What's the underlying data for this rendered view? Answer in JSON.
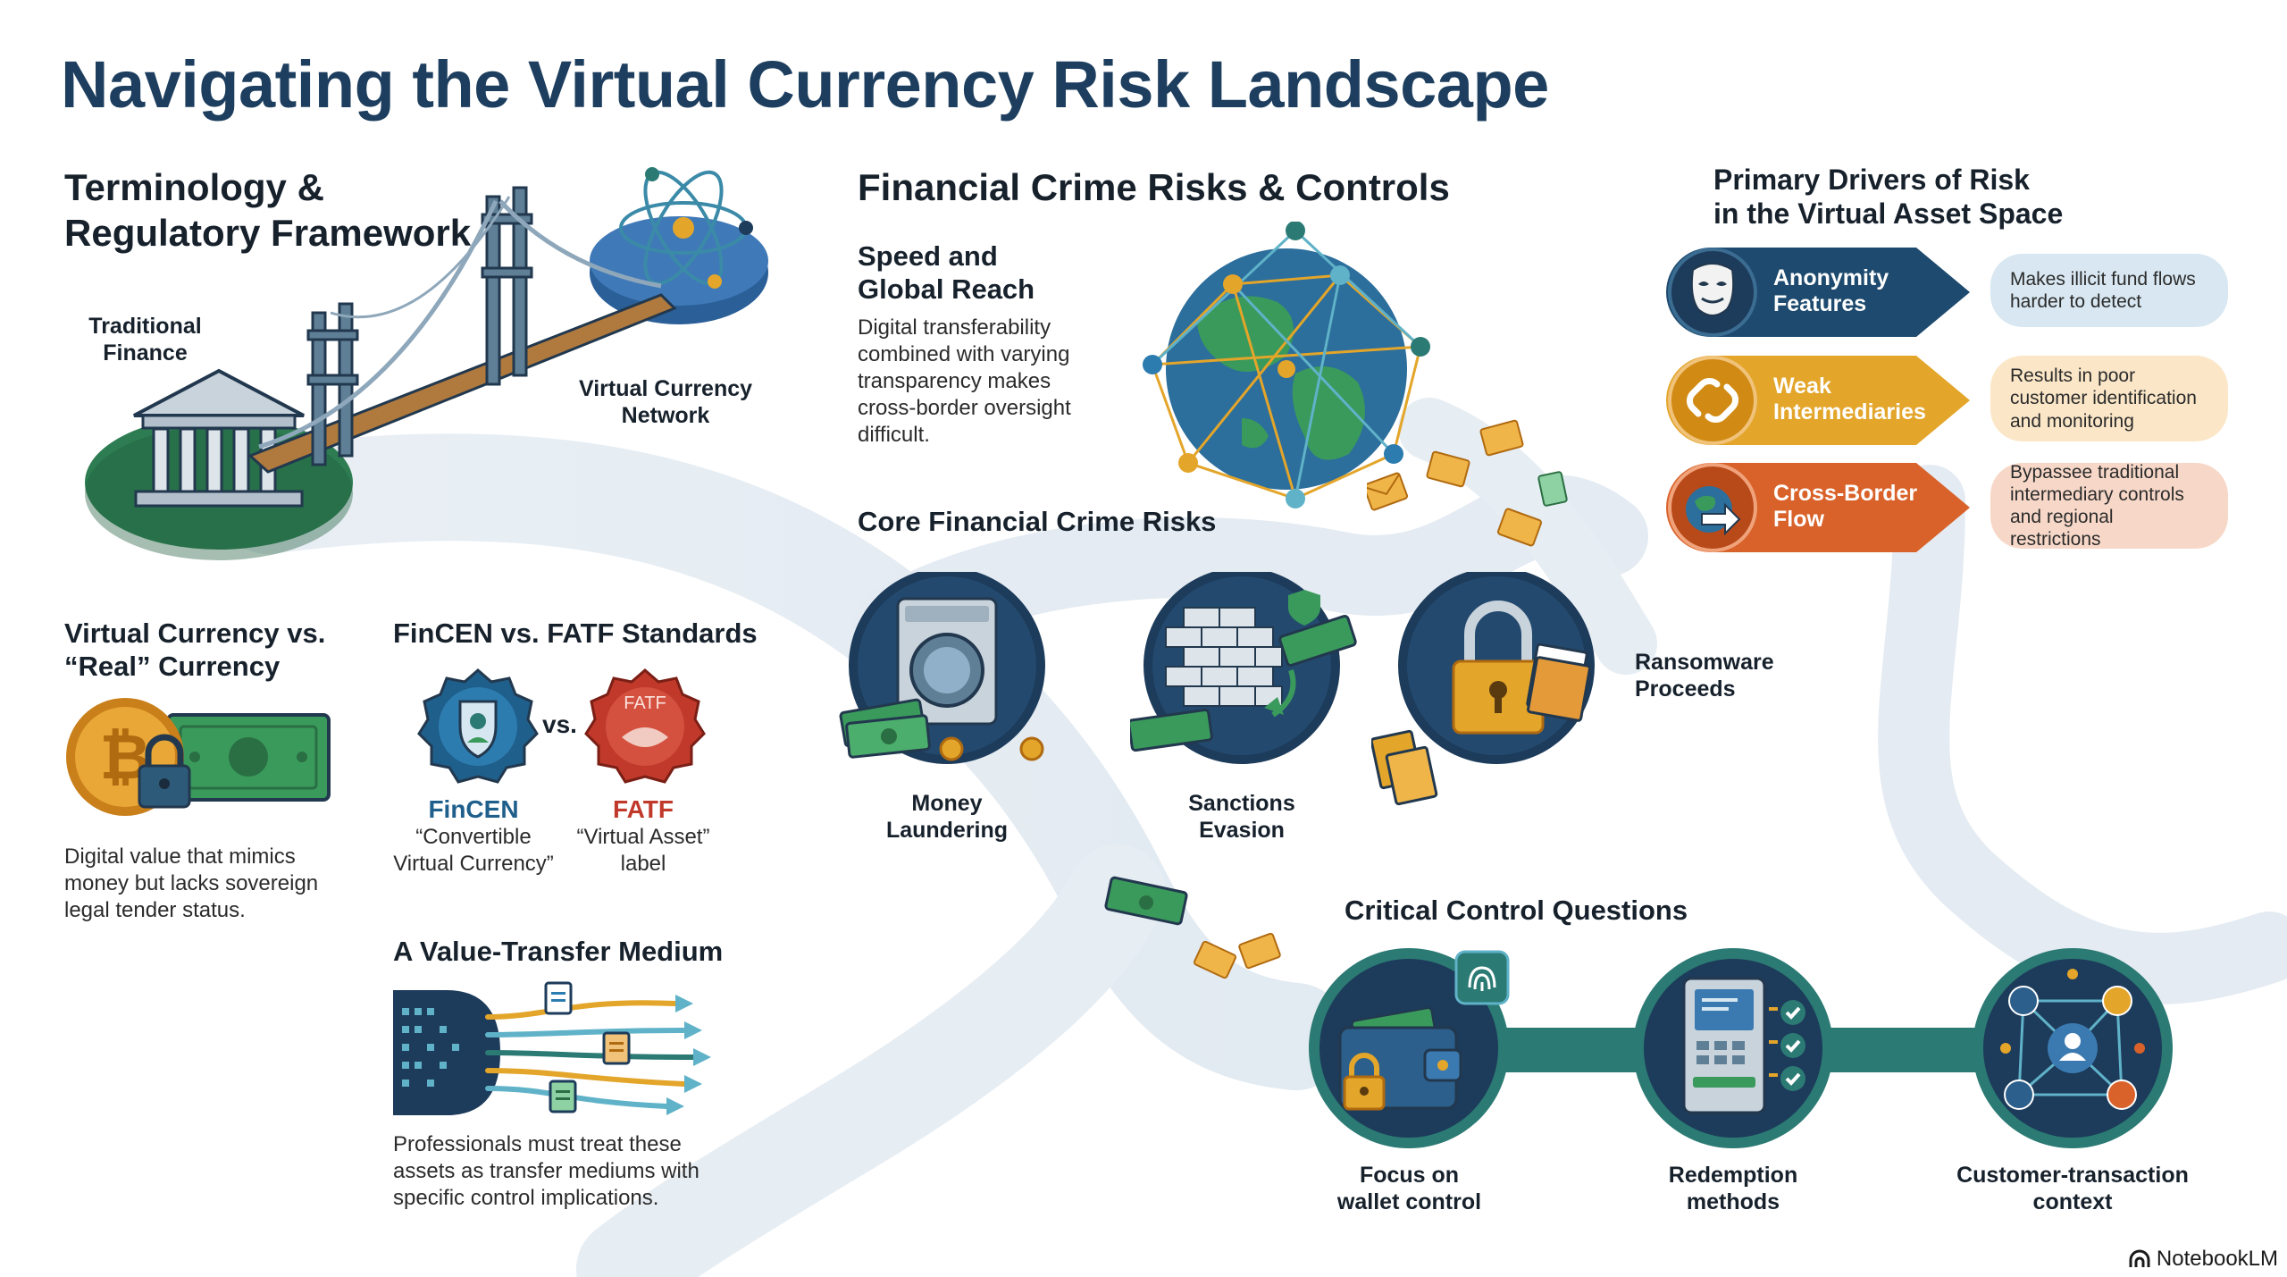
{
  "title": "Navigating the Virtual Currency Risk Landscape",
  "terminology": {
    "heading_line1": "Terminology &",
    "heading_line2": "Regulatory Framework",
    "traditional_line1": "Traditional",
    "traditional_line2": "Finance",
    "network_line1": "Virtual Currency",
    "network_line2": "Network"
  },
  "virtual_vs_real": {
    "heading_line1": "Virtual Currency vs.",
    "heading_line2": "“Real” Currency",
    "text_line1": "Digital value that mimics",
    "text_line2": "money but lacks sovereign",
    "text_line3": "legal tender status."
  },
  "standards": {
    "heading": "FinCEN vs. FATF Standards",
    "vs": "vs.",
    "fatf_badge": "FATF",
    "fincen_name": "FinCEN",
    "fincen_line1": "“Convertible",
    "fincen_line2": "Virtual Currency”",
    "fatf_name": "FATF",
    "fatf_line1": "“Virtual Asset”",
    "fatf_line2": "label"
  },
  "value_transfer": {
    "heading": "A Value-Transfer Medium",
    "text_line1": "Professionals must treat these",
    "text_line2": "assets as transfer mediums with",
    "text_line3": "specific control implications."
  },
  "financial_crime": {
    "heading": "Financial Crime Risks & Controls",
    "speed_line1": "Speed and",
    "speed_line2": "Global Reach",
    "speed_text_line1": "Digital transferability",
    "speed_text_line2": "combined with varying",
    "speed_text_line3": "transparency makes",
    "speed_text_line4": "cross-border oversight",
    "speed_text_line5": "difficult."
  },
  "core_risks": {
    "heading": "Core Financial Crime Risks",
    "money_line1": "Money",
    "money_line2": "Laundering",
    "sanctions_line1": "Sanctions",
    "sanctions_line2": "Evasion",
    "ransomware_line1": "Ransomware",
    "ransomware_line2": "Proceeds"
  },
  "drivers": {
    "heading_line1": "Primary Drivers of Risk",
    "heading_line2": "in the Virtual Asset Space",
    "items": [
      {
        "label_line1": "Anonymity",
        "label_line2": "Features",
        "desc_line1": "Makes illicit fund flows",
        "desc_line2": "harder to detect",
        "desc_line3": ""
      },
      {
        "label_line1": "Weak",
        "label_line2": "Intermediaries",
        "desc_line1": "Results in poor",
        "desc_line2": "customer identification",
        "desc_line3": "and monitoring"
      },
      {
        "label_line1": "Cross-Border",
        "label_line2": "Flow",
        "desc_line1": "Bypassee traditional",
        "desc_line2": "intermediary controls",
        "desc_line3": "and regional restrictions"
      }
    ]
  },
  "controls": {
    "heading": "Critical Control Questions",
    "wallet_line1": "Focus on",
    "wallet_line2": "wallet control",
    "redemption_line1": "Redemption",
    "redemption_line2": "methods",
    "customer_line1": "Customer-transaction",
    "customer_line2": "context"
  },
  "branding": "NotebookLM",
  "colors": {
    "title": "#1d3e5e",
    "navy": "#1d3b5a",
    "teal": "#2b7a74",
    "gold": "#e3a52a",
    "orange": "#d9622a",
    "path": "#e3ebf2",
    "fincen": "#1f5f8b",
    "fatf": "#c0392b"
  }
}
